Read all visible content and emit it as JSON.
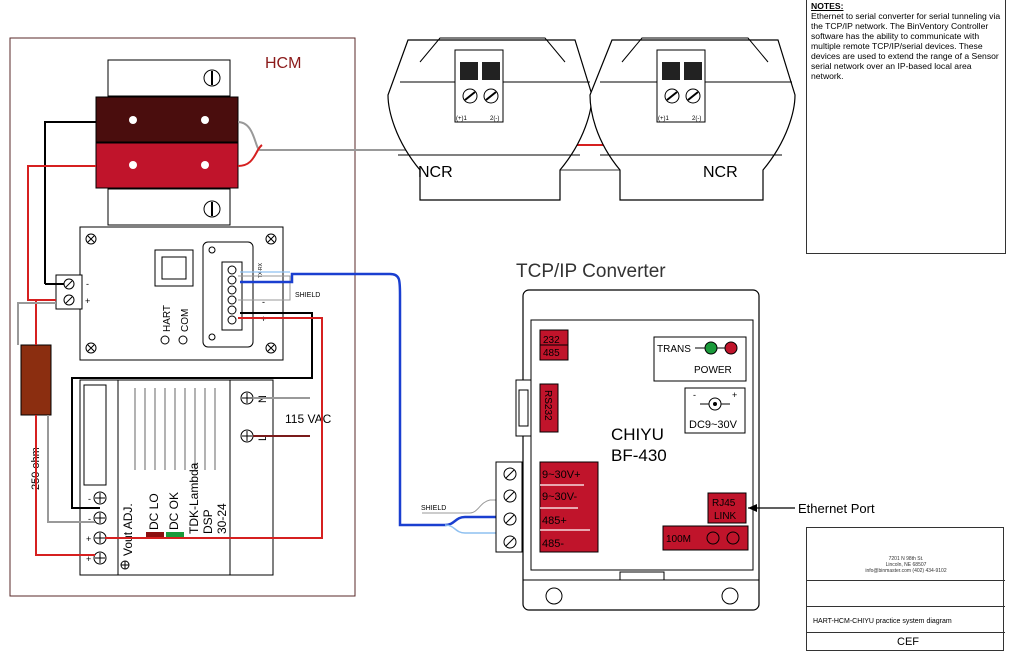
{
  "hcm": {
    "label": "HCM"
  },
  "ncr": {
    "label_left": "NCR",
    "label_right": "NCR",
    "terminal_plus": "(+)1",
    "terminal_minus": "2(-)"
  },
  "resistor": {
    "label": "250 ohm"
  },
  "hart_module": {
    "hart": "HART",
    "com": "COM",
    "minus": "-",
    "plus": "+",
    "tx_rx": "TX·RX",
    "shield": "SHIELD"
  },
  "power_supply": {
    "vout_adj": "Vout ADJ.",
    "dc_lo": "DC LO",
    "dc_ok": "DC OK",
    "model": "TDK-Lambda",
    "model2": "DSP",
    "model3": "30-24",
    "n": "N",
    "l": "L",
    "minus": "-",
    "plus": "+"
  },
  "mains": {
    "label": "115 VAC"
  },
  "converter": {
    "title": "TCP/IP Converter",
    "brand": "CHIYU",
    "model": "BF-430",
    "sel_232": "232",
    "sel_485": "485",
    "rs232": "RS232",
    "trans": "TRANS",
    "power": "POWER",
    "dc": "DC9~30V",
    "dc_minus": "-",
    "dc_plus": "+",
    "term1": "9~30V+",
    "term2": "9~30V-",
    "term3": "485+",
    "term4": "485-",
    "rj45": "RJ45",
    "link": "LINK",
    "speed": "100M",
    "shield": "SHIELD"
  },
  "ethernet_port": {
    "label": "Ethernet Port"
  },
  "notes": {
    "heading": "NOTES:",
    "text": "Ethernet to serial converter for serial tunneling via the TCP/IP network. The BinVentory Controller software has the ability to communicate with multiple remote TCP/IP/serial devices. These devices are used to extend the range of a Sensor serial network over an IP-based local area network."
  },
  "title_block": {
    "address1": "7201 N 98th St.",
    "address2": "Lincoln, NE 68507",
    "contact": "info@binmaster.com   (402) 434-9102",
    "title": "HART-HCM-CHIYU practice system diagram",
    "drawn_by": "CEF"
  }
}
